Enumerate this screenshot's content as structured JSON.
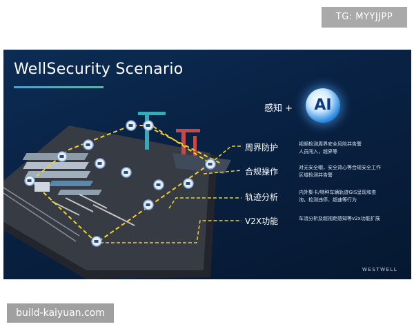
{
  "top_badge": "TG: MYYJJPP",
  "slide": {
    "title": "WellSecurity Scenario",
    "ai_prefix": "感知 +",
    "ai_badge": "AI",
    "brand": "WESTWELL",
    "features": [
      {
        "label": "周界防护",
        "desc": [
          "视频检测周界安全风险并告警",
          "人员闯入，越界等"
        ]
      },
      {
        "label": "合规操作",
        "desc": [
          "对无安全帽，安全背心等合规安全工作",
          "区域检测并告警"
        ]
      },
      {
        "label": "轨迹分析",
        "desc": [
          "内外集卡/特种车辆轨迹GIS呈现和查",
          "询，检测违停、超速等行为"
        ]
      },
      {
        "label": "V2X功能",
        "desc": [
          "车流分析及超视距感知等v2x功能扩展"
        ]
      }
    ],
    "colors": {
      "accent_line": "#f2d32b",
      "background": "#0a2448",
      "ai_glow": "#2b8be0"
    },
    "icons": [
      "camera-icon"
    ]
  },
  "watermark": "build-kaiyuan.com"
}
